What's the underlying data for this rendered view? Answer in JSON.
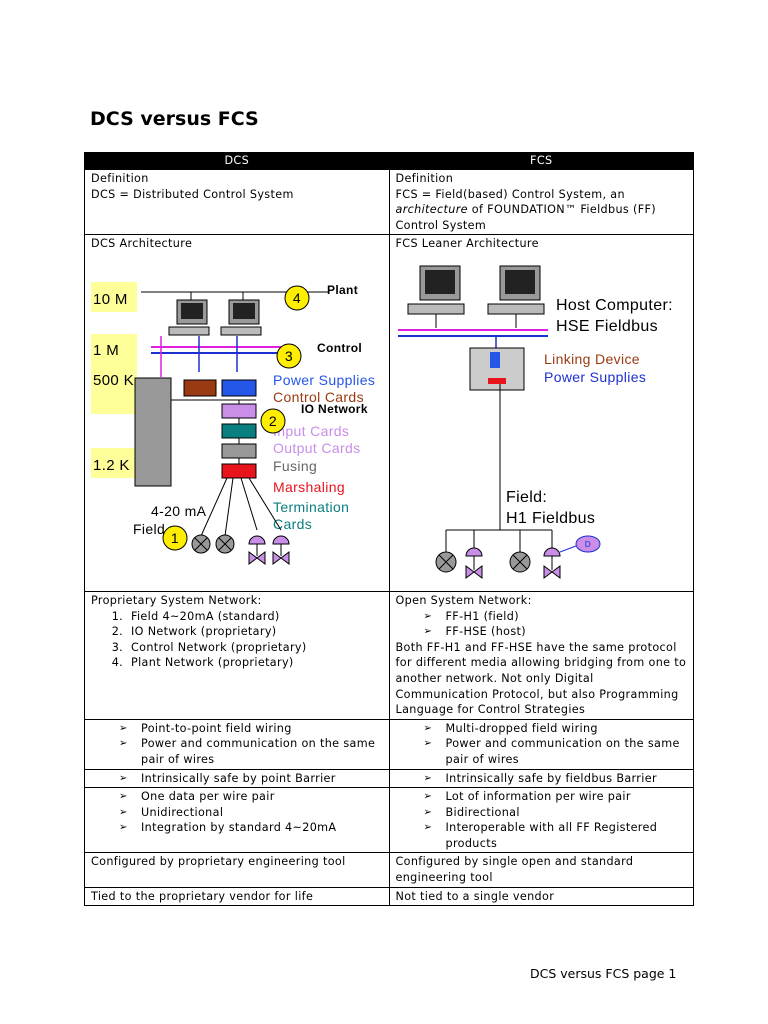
{
  "page_title": "DCS versus FCS",
  "footer": "DCS versus FCS page 1",
  "table": {
    "headers": [
      "DCS",
      "FCS"
    ],
    "definition": {
      "dcs_label": "Definition",
      "dcs_text": "DCS = Distributed Control System",
      "fcs_label": "Definition",
      "fcs_text_1": "FCS = Field(based) Control System, an",
      "fcs_text_arch": "architecture",
      "fcs_text_2": "of FOUNDATION™ Fieldbus (FF)",
      "fcs_text_3": "Control System"
    },
    "architecture": {
      "dcs_label": "DCS Architecture",
      "fcs_label": "FCS Leaner Architecture",
      "dcs_diagram": {
        "speed_10m": "10 M",
        "speed_1m": "1 M",
        "speed_500k": "500 K",
        "speed_12k": "1.2 K",
        "plant": "Plant",
        "control": "Control",
        "io_network": "IO Network",
        "num_4": "4",
        "num_3": "3",
        "num_2": "2",
        "num_1": "1",
        "power_supplies": "Power Supplies",
        "control_cards": "Control Cards",
        "input_cards": "Input Cards",
        "output_cards": "Output Cards",
        "fusing": "Fusing",
        "marshaling": "Marshaling",
        "termination": "Termination",
        "cards": "Cards",
        "ma_label": "4-20 mA",
        "field": "Field"
      },
      "fcs_diagram": {
        "host_computer": "Host Computer:",
        "hse_fieldbus": "HSE Fieldbus",
        "linking_device": "Linking Device",
        "power_supplies": "Power Supplies",
        "field": "Field:",
        "h1_fieldbus": "H1 Fieldbus",
        "d_label": "D"
      },
      "colors": {
        "magenta": "#e020e0",
        "blue": "#1c2fd0",
        "brown": "#9a3a12",
        "power_blue": "#2456e8",
        "lavender": "#c98ee8",
        "teal": "#0a7f7f",
        "red": "#e8141c",
        "yellow_hl": "#ffff99",
        "circle_yellow": "#ffee00"
      }
    },
    "network": {
      "dcs_heading": "Proprietary System Network:",
      "dcs_items": [
        "Field 4~20mA (standard)",
        "IO Network (proprietary)",
        "Control Network (proprietary)",
        "Plant Network (proprietary)"
      ],
      "fcs_heading": "Open System Network:",
      "fcs_items": [
        "FF-H1 (field)",
        "FF-HSE (host)"
      ],
      "fcs_para": "Both FF-H1 and FF-HSE have the same protocol for different media allowing bridging from one to another network. Not only Digital Communication Protocol, but also Programming Language for Control Strategies"
    },
    "wiring": {
      "dcs": [
        "Point-to-point field wiring",
        "Power and communication on the same pair of wires"
      ],
      "fcs": [
        "Multi-dropped field wiring",
        "Power and communication on the same pair of wires"
      ]
    },
    "safety": {
      "dcs": "Intrinsically safe by point Barrier",
      "fcs": "Intrinsically safe by fieldbus Barrier"
    },
    "data": {
      "dcs": [
        "One data per wire pair",
        "Unidirectional",
        "Integration by standard 4~20mA"
      ],
      "fcs": [
        "Lot of information per wire pair",
        "Bidirectional",
        "Interoperable with all FF Registered products"
      ]
    },
    "config": {
      "dcs": "Configured by proprietary engineering tool",
      "fcs": "Configured by single open and standard engineering tool"
    },
    "vendor": {
      "dcs": "Tied to the proprietary vendor for life",
      "fcs": "Not tied to a single vendor"
    },
    "bullet_mark": "➢"
  }
}
